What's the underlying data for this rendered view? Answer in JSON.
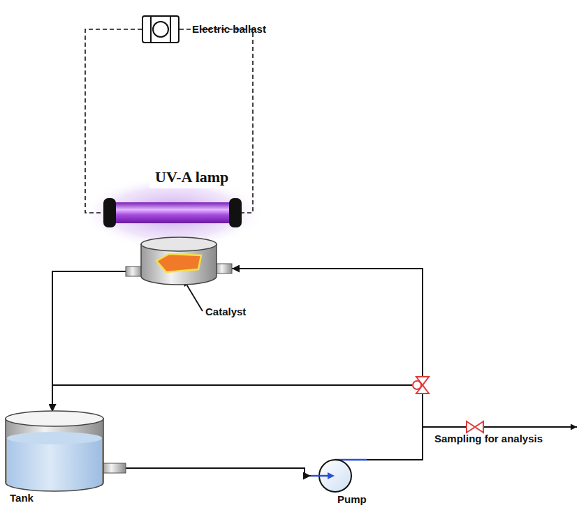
{
  "diagram": {
    "nodes": [
      {
        "text": [
          "Electric ballast"
        ]
      },
      {
        "text": [
          "UV-A lamp"
        ]
      },
      {
        "text": [
          "Catalyst"
        ]
      },
      {
        "text": [
          "Tank"
        ]
      },
      {
        "text": [
          "Pump"
        ]
      }
    ],
    "edges": [
      {
        "from": 0,
        "to": 1,
        "arrow": "none"
      },
      {
        "from": 0,
        "to": 1,
        "arrow": "none"
      },
      {
        "from": 3,
        "to": 4,
        "arrow": "to"
      },
      {
        "from": 4,
        "to": 2,
        "arrow": "to"
      },
      {
        "from": 4,
        "to": 3,
        "arrow": "to"
      },
      {
        "from": 2,
        "to": 3,
        "arrow": "to"
      }
    ],
    "labels": [
      "Sampling for analysis"
    ]
  }
}
